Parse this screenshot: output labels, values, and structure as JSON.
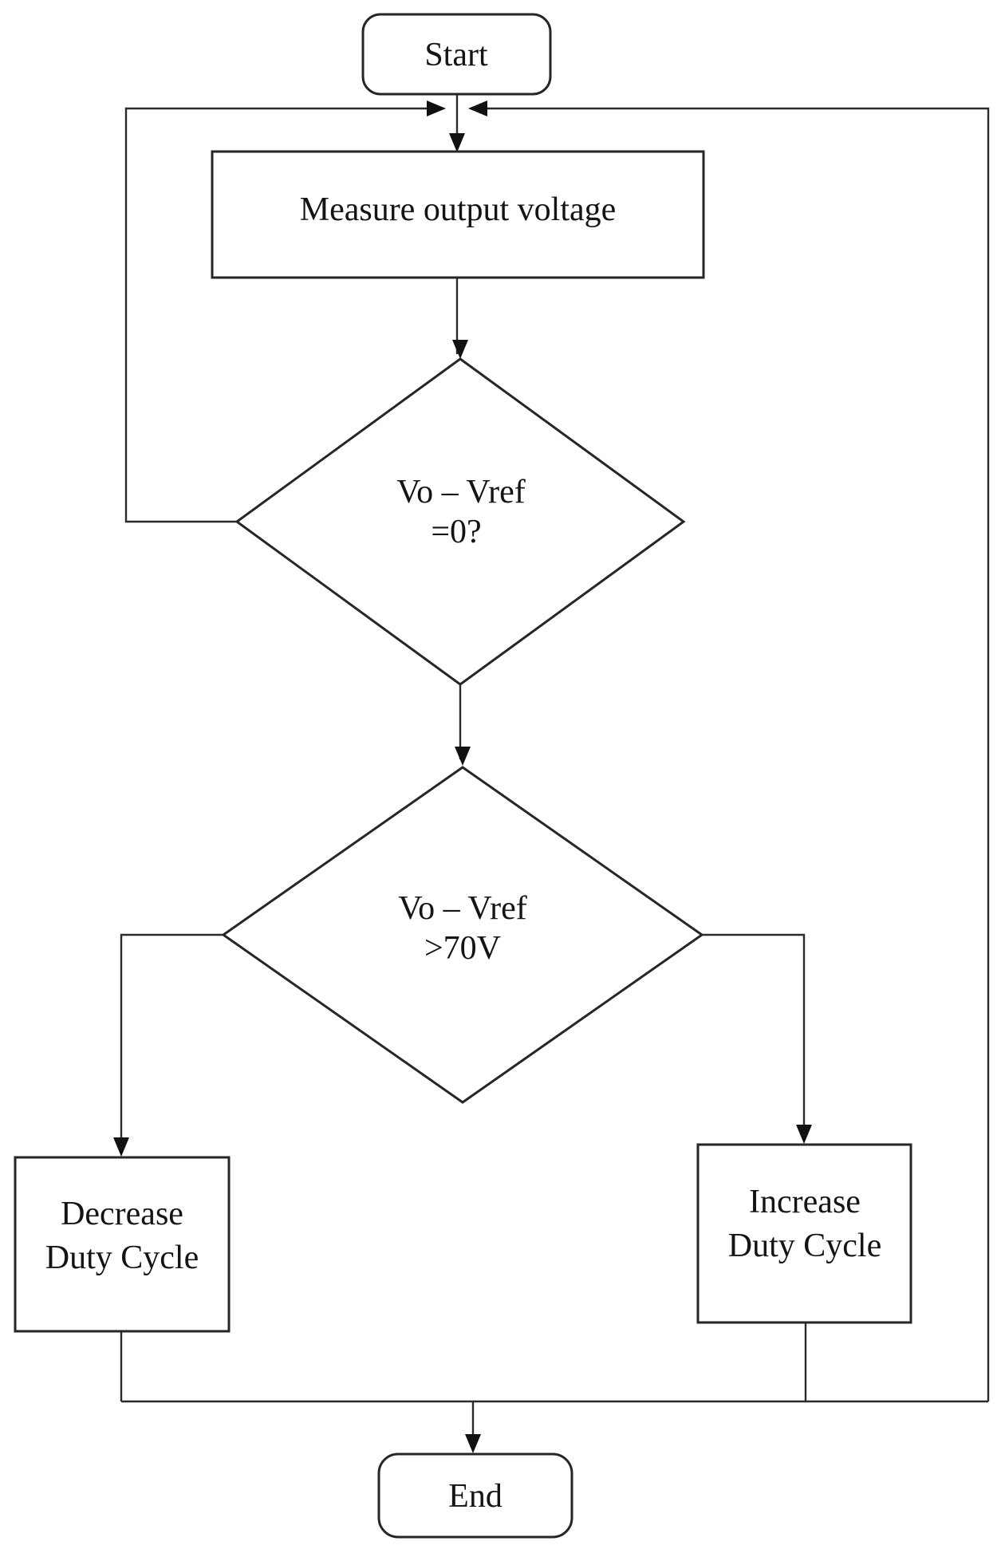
{
  "nodes": {
    "start": {
      "type": "terminator",
      "label": "Start"
    },
    "measure": {
      "type": "process",
      "label": "Measure output voltage"
    },
    "decision1": {
      "type": "decision",
      "line1": "Vo – Vref",
      "line2": "=0?"
    },
    "decision2": {
      "type": "decision",
      "line1": "Vo – Vref",
      "line2": ">70V"
    },
    "decrease": {
      "type": "process",
      "line1": "Decrease",
      "line2": "Duty Cycle"
    },
    "increase": {
      "type": "process",
      "line1": "Increase",
      "line2": "Duty Cycle"
    },
    "end": {
      "type": "terminator",
      "label": "End"
    }
  },
  "edges": [
    {
      "from": "start",
      "to": "measure"
    },
    {
      "from": "measure",
      "to": "decision1"
    },
    {
      "from": "decision1",
      "to": "measure",
      "route": "left-feedback-loop"
    },
    {
      "from": "decision1",
      "to": "decision2"
    },
    {
      "from": "decision2",
      "to": "decrease"
    },
    {
      "from": "decision2",
      "to": "increase"
    },
    {
      "from": "decrease",
      "to": "bottom-rail"
    },
    {
      "from": "increase",
      "to": "bottom-rail"
    },
    {
      "from": "bottom-rail",
      "to": "end"
    },
    {
      "from": "bottom-rail",
      "to": "measure",
      "route": "right-feedback-loop"
    }
  ],
  "colors": {
    "background": "#ffffff",
    "stroke": "#262626",
    "text": "#141414"
  }
}
